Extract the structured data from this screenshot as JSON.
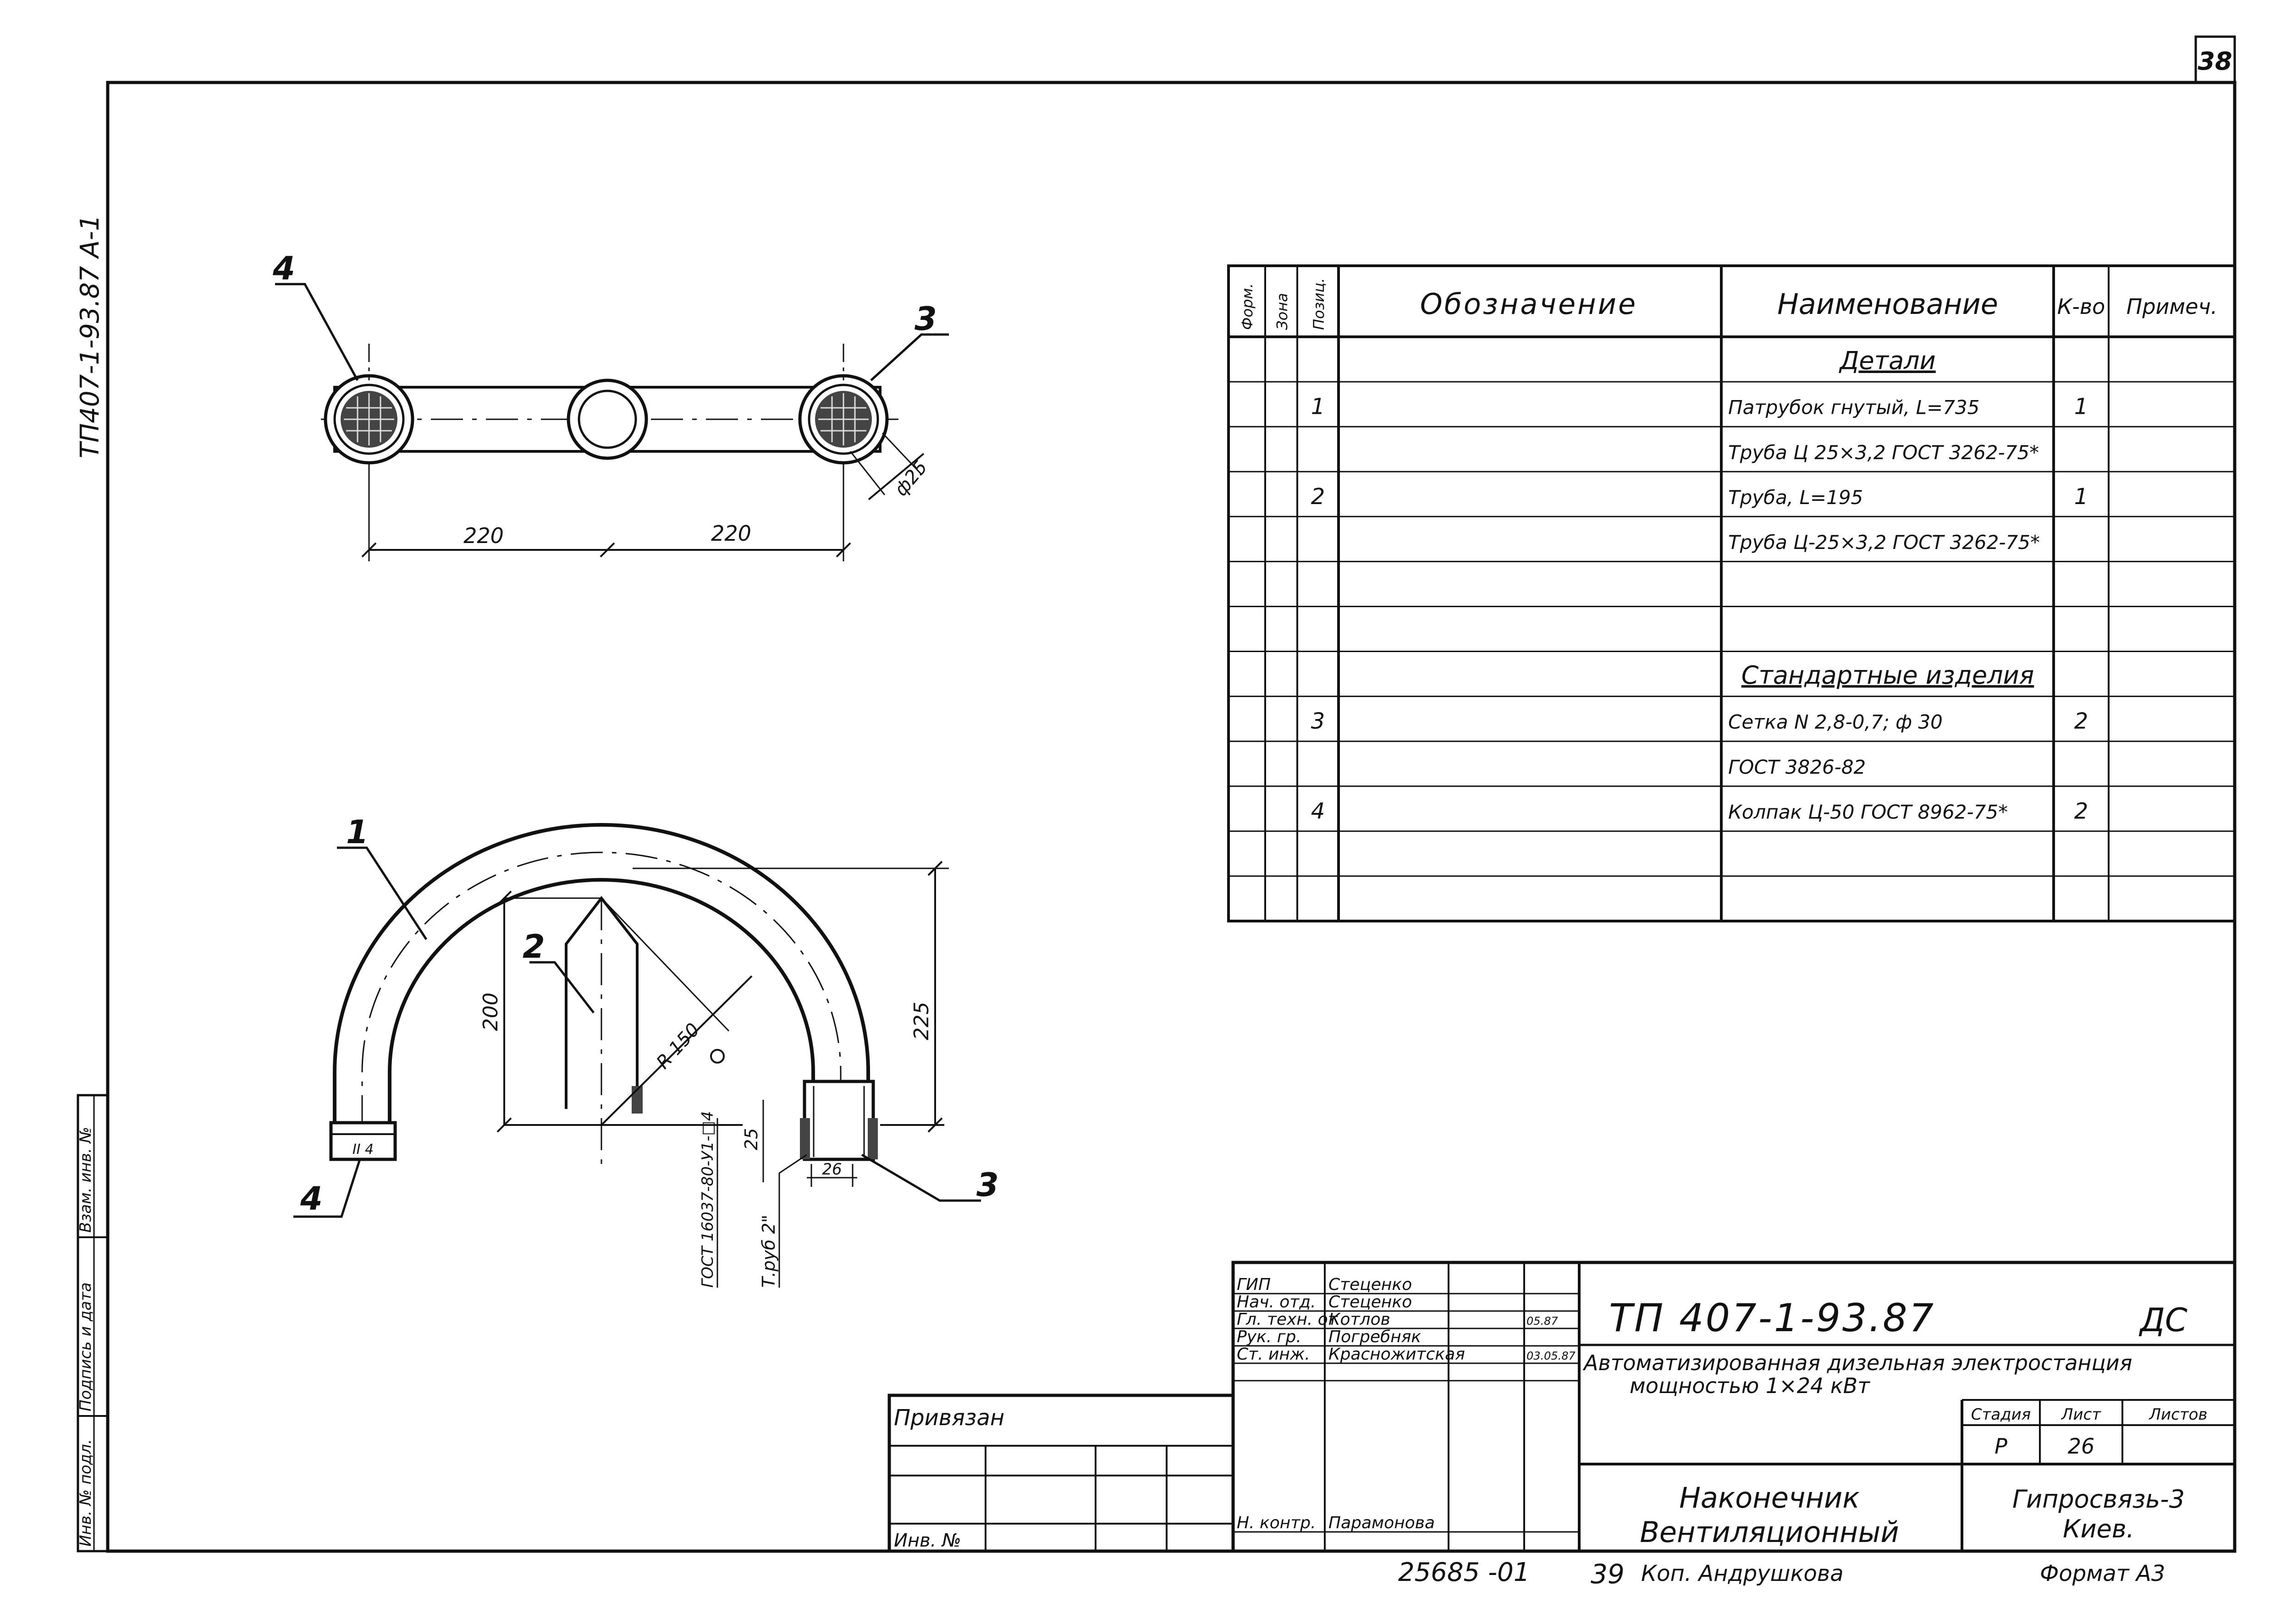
{
  "sheet_number": "38",
  "side_code": "ТП407-1-93.87    А-1",
  "side_stamp": {
    "col1": "Инв. № подл.",
    "col2": "Подпись и дата",
    "col3": "Взам. инв. №"
  },
  "top_view": {
    "callout_left": "4",
    "callout_right": "3",
    "dim_left": "220",
    "dim_right": "220",
    "dia": "ф25"
  },
  "side_view": {
    "callout_1": "1",
    "callout_2": "2",
    "callout_3": "3",
    "callout_4": "4",
    "dim_200": "200",
    "dim_225": "225",
    "radius": "R 150",
    "dim_25": "25",
    "dim_26": "26",
    "thread": "Т.руб 2\"",
    "gost_vertical": "ГОСТ 16037-80-У1-□4",
    "cap_mark": "II  4"
  },
  "spec_table": {
    "headers": {
      "format": "Форм.",
      "zone": "Зона",
      "pos": "Позиц.",
      "designation": "Обозначение",
      "name": "Наименование",
      "qty": "К-во",
      "note": "Примеч."
    },
    "rows": [
      {
        "pos": "",
        "name": "Детали",
        "qty": "",
        "section": true
      },
      {
        "pos": "1",
        "name": "Патрубок гнутый, L=735",
        "qty": "1"
      },
      {
        "pos": "",
        "name": "Труба Ц 25×3,2 ГОСТ 3262-75*",
        "qty": ""
      },
      {
        "pos": "2",
        "name": "Труба, L=195",
        "qty": "1"
      },
      {
        "pos": "",
        "name": "Труба Ц-25×3,2 ГОСТ 3262-75*",
        "qty": ""
      },
      {
        "pos": "",
        "name": "",
        "qty": ""
      },
      {
        "pos": "",
        "name": "",
        "qty": ""
      },
      {
        "pos": "",
        "name": "Стандартные изделия",
        "qty": "",
        "section": true
      },
      {
        "pos": "3",
        "name": "Сетка N 2,8-0,7; ф 30",
        "qty": "2"
      },
      {
        "pos": "",
        "name": "ГОСТ 3826-82",
        "qty": ""
      },
      {
        "pos": "4",
        "name": "Колпак Ц-50 ГОСТ 8962-75*",
        "qty": "2"
      },
      {
        "pos": "",
        "name": "",
        "qty": ""
      },
      {
        "pos": "",
        "name": "",
        "qty": ""
      }
    ]
  },
  "title_block": {
    "doc_code": "ТП 407-1-93.87",
    "doc_type": "ДС",
    "project_line1": "Автоматизированная дизельная электростанция",
    "project_line2": "мощностью   1×24 кВт",
    "roles": [
      {
        "role": "ГИП",
        "name": "Стеценко",
        "date": ""
      },
      {
        "role": "Нач. отд.",
        "name": "Стеценко",
        "date": ""
      },
      {
        "role": "Гл. техн. от",
        "name": "Котлов",
        "date": "05.87"
      },
      {
        "role": "Рук. гр.",
        "name": "Погребняк",
        "date": ""
      },
      {
        "role": "Ст. инж.",
        "name": "Красножитская",
        "date": "03.05.87"
      },
      {
        "role": "",
        "name": "",
        "date": ""
      },
      {
        "role": "Н. контр.",
        "name": "Парамонова",
        "date": ""
      }
    ],
    "stage_label": "Стадия",
    "sheet_label": "Лист",
    "sheets_label": "Листов",
    "stage": "Р",
    "sheet": "26",
    "sheets": "",
    "part_name_line1": "Наконечник",
    "part_name_line2": "Вентиляционный",
    "org_line1": "Гипросвязь-3",
    "org_line2": "Киев.",
    "privyazan": "Привязан",
    "inv_no": "Инв. №"
  },
  "footer": {
    "archive_no": "25685 -01",
    "page": "39",
    "copied": "Коп. Андрушкова",
    "format": "Формат А3"
  }
}
